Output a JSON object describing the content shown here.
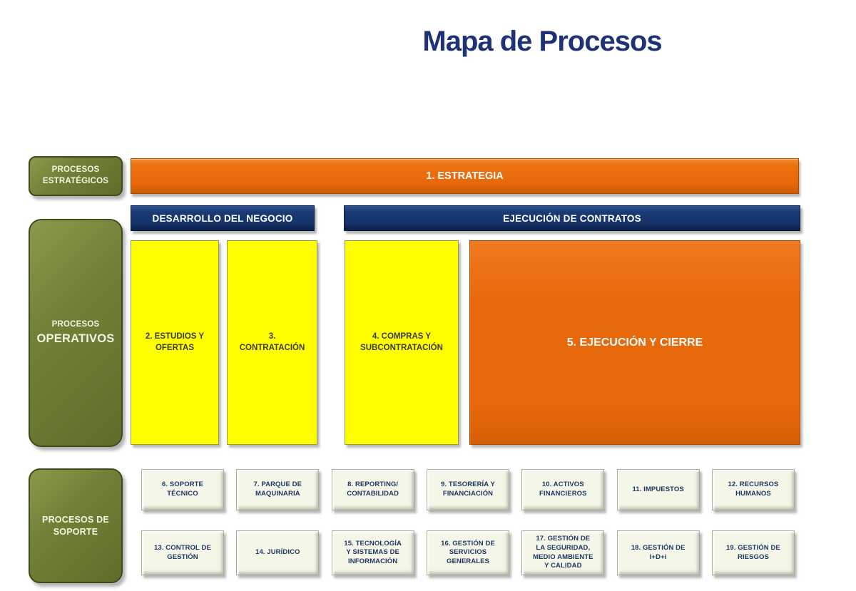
{
  "title": "Mapa de Procesos",
  "lanes": [
    {
      "id": "estrategicos",
      "lines": [
        "PROCESOS",
        "ESTRATÉGICOS"
      ]
    },
    {
      "id": "operativos",
      "lines": [
        "PROCESOS",
        "OPERATIVOS"
      ]
    },
    {
      "id": "soporte",
      "lines": [
        "PROCESOS DE",
        "SOPORTE"
      ]
    }
  ],
  "strategy_bar": {
    "label": "1. ESTRATEGIA"
  },
  "group_headers": [
    {
      "label": "DESARROLLO DEL NEGOCIO"
    },
    {
      "label": "EJECUCIÓN DE CONTRATOS"
    }
  ],
  "operative_processes": [
    {
      "label": "2. ESTUDIOS Y\nOFERTAS"
    },
    {
      "label": "3.\nCONTRATACIÓN"
    },
    {
      "label": "4. COMPRAS Y\nSUBCONTRATACIÓN"
    },
    {
      "label": "5. EJECUCIÓN  Y CIERRE"
    }
  ],
  "support_processes": {
    "row1": [
      "6. SOPORTE\nTÉCNICO",
      "7. PARQUE DE\nMAQUINARIA",
      "8. REPORTING/\nCONTABILIDAD",
      "9. TESORERÍA Y\nFINANCIACIÓN",
      "10. ACTIVOS\nFINANCIEROS",
      "11. IMPUESTOS",
      "12. RECURSOS\nHUMANOS"
    ],
    "row2": [
      "13. CONTROL DE\nGESTIÓN",
      "14. JURÍDICO",
      "15. TECNOLOGÍA\nY SISTEMAS DE\nINFORMACIÓN",
      "16. GESTIÓN DE\nSERVICIOS\nGENERALES",
      "17. GESTIÓN DE\nLA SEGURIDAD,\nMEDIO AMBIENTE\nY CALIDAD",
      "18. GESTIÓN DE\nI+D+i",
      "19. GESTIÓN DE\nRIESGOS"
    ]
  },
  "colors": {
    "title_navy": "#1F3278",
    "lane_green": "#6F8136",
    "header_navy": "#16336B",
    "process_orange": "#E8680C",
    "process_yellow": "#FFFF00",
    "support_bg": "#F4F6E8",
    "support_text": "#1F3864"
  }
}
